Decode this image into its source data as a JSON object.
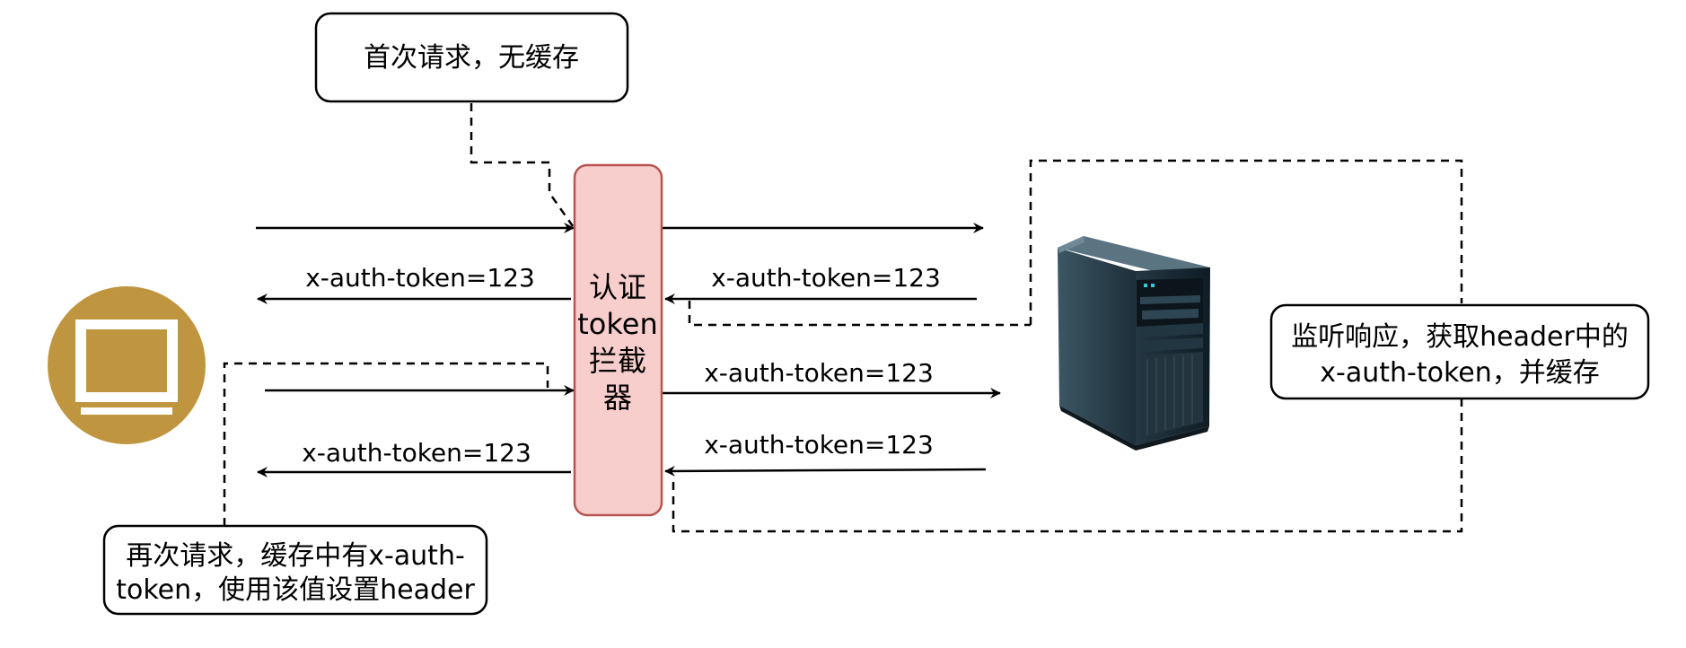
{
  "colors": {
    "background": "#ffffff",
    "interceptor_fill": "#f8cecc",
    "interceptor_stroke": "#b85450",
    "client_icon": "#c0953f",
    "line": "#000000",
    "server_body": "#1e2e38"
  },
  "icons": {
    "client": "monitor-icon",
    "server": "server-tower-icon"
  },
  "interceptor": {
    "line1": "认证",
    "line2": "token",
    "line3": "拦截",
    "line4": "器"
  },
  "notes": {
    "first_request": "首次请求，无缓存",
    "listen_response_line1": "监听响应，获取header中的",
    "listen_response_line2": "x-auth-token，并缓存",
    "second_request_line1": "再次请求，缓存中有x-auth-",
    "second_request_line2": "token，使用该值设置header"
  },
  "edges": {
    "response_to_client_1": "x-auth-token=123",
    "response_from_server_1": "x-auth-token=123",
    "request_to_server_2": "x-auth-token=123",
    "response_from_server_2": "x-auth-token=123",
    "response_to_client_2": "x-auth-token=123"
  }
}
